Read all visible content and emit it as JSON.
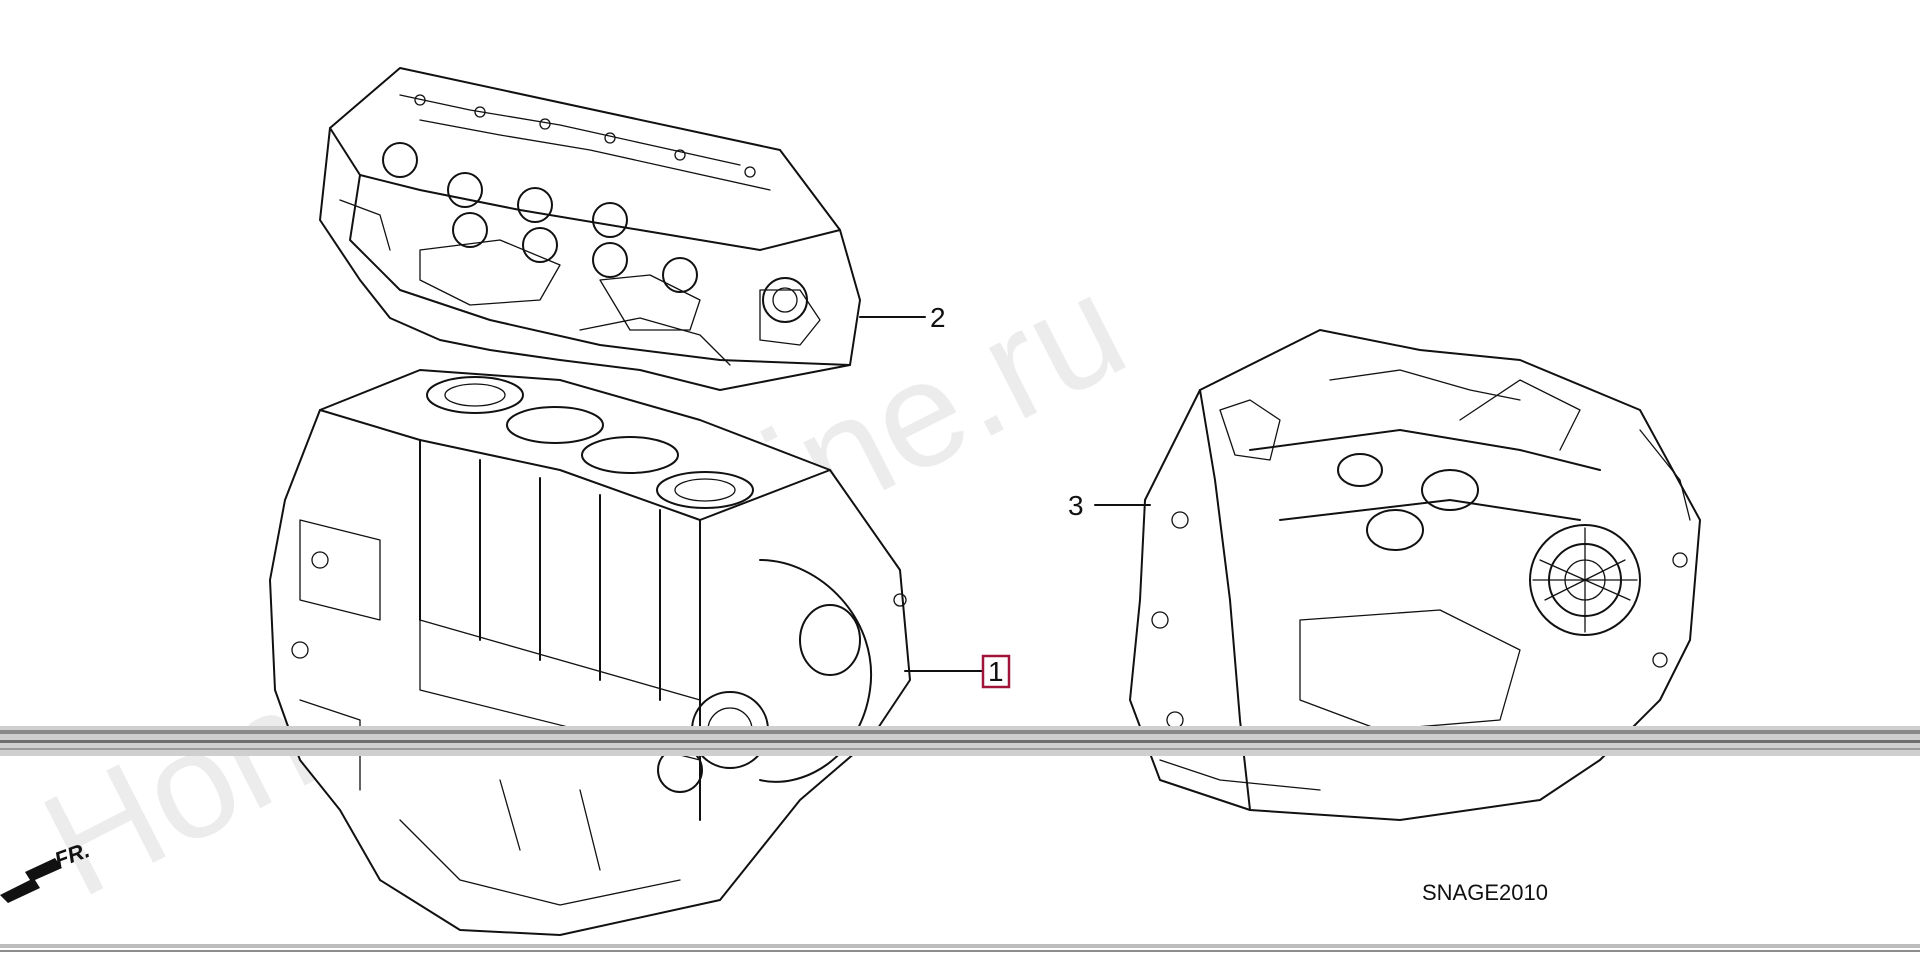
{
  "watermark": "HondaCarMine.ru",
  "diagram_code": "SNAGE2010",
  "direction_label": "FR.",
  "colors": {
    "line": "#111111",
    "highlight": "#a0143c",
    "watermark": "#ececec",
    "background": "#ffffff"
  },
  "parts": [
    {
      "ref": "1",
      "highlighted": true
    },
    {
      "ref": "2",
      "highlighted": false
    },
    {
      "ref": "3",
      "highlighted": false
    }
  ]
}
